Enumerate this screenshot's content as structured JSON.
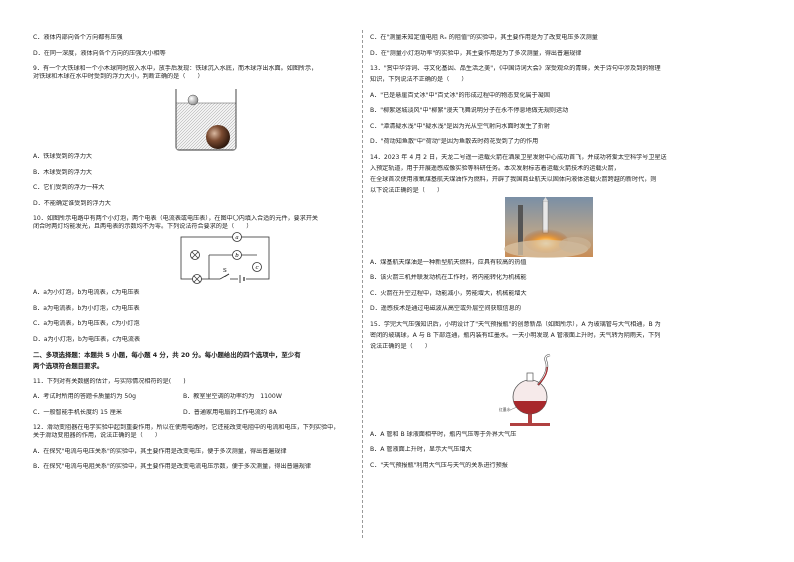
{
  "left": {
    "q8_c": "C．液体内部向各个方向都有压强",
    "q8_d": "D．在同一深度，液体向各个方向的压强大小相等",
    "q9_line1": "9．有一个大铁球和一个小木球同时放入水中，放手后发现：铁球沉入水底，而木球浮出水面。如图所示，",
    "q9_line2": "对铁球和木球在水中时受到的浮力大小，判断正确的是（　　）",
    "q9_a": "A．铁球受到的浮力大",
    "q9_b": "B．木球受到的浮力大",
    "q9_c": "C．它们受到的浮力一样大",
    "q9_d": "D．不能确定谁受到的浮力大",
    "q10_line1": "10．如图所示电路中有两个小灯泡，两个电表（电流表或电压表），在图中〇内填入合适的元件，要求开关",
    "q10_line2": "闭合时两灯均能发光，且两电表的示数均不为零。下列说法符合要求的是（　　）",
    "q10_a": "A．a为小灯泡，b为电流表，c为电压表",
    "q10_b": "B．a为电流表，b为小灯泡，c为电压表",
    "q10_c": "C．a为电流表，b为电压表，c为小灯泡",
    "q10_d": "D．a为小灯泡，b为电压表，c为电流表",
    "sec2_line1": "二、多项选择题：本题共 5 小题，每小题 4 分，共 20 分。每小题给出的四个选项中，至少有",
    "sec2_line2": "两个选项符合题目要求。",
    "q11_line1": "11．下列对有关数据的估计，与实际情况相符的是(　　)",
    "q11_a": "A．考试时所用的答题卡质量约为 50g",
    "q11_b": "B．教室里空调的功率约为　1100W",
    "q11_c": "C．一般智能手机长度约 15 厘米",
    "q11_d": "D．普通家用电扇的工作电流约 8A",
    "q12_line1": "12．滑动变阻器在电学实验中起到重要作用，所以在使用电路时，它还能改变电阻中的电流和电压，下列实验中，",
    "q12_line2": "关于滑动变阻器的作用，说法正确的是（　　）",
    "q12_a1": "A．在探究\"电流与电压关系\"的实验中，其主要作用是改变电压，便于多次测量，得出普遍规律",
    "q12_b1": "B．在探究\"电流与电阻关系\"的实验中，其主要作用是改变电流电压示数，便于多次测量，得出普遍规律"
  },
  "right": {
    "q12_c": "C．在\"测量未知定值电阻 Rₓ 的阻值\"的实验中，其主要作用是为了改变电压多次测量",
    "q12_d": "D．在\"测量小灯泡功率\"的实验中，其主要作用是为了多次测量，得出普遍规律",
    "q13_line1": "13．\"赏中华诗词、寻文化基因、品生活之美\"，《中国诗词大会》深受观众的青睐，关于诗句中涉及到的物理",
    "q13_line2": "知识，下列说法不正确的是（　　）",
    "q13_a": "A．\"已是悬崖百丈冰\"中\"百丈冰\"的形成过程中的物态变化属于凝固",
    "q13_b": "B．\"柳絮迷城淡风\"中\"柳絮\"漫天飞舞说明分子在永不停息地做无规则运动",
    "q13_c": "C．\"潭清疑水浅\"中\"疑水浅\"是因为光从空气射向水面时发生了折射",
    "q13_d": "D．\"荷动知鱼散\"中\"荷动\"是因为鱼散去时荷花受到了力的作用",
    "q14_line1": "14．2023 年 4 月 2 日，天龙二号遥一运载火箭在酒泉卫星发射中心成功首飞，并成功将爱太空科学号卫星送",
    "q14_line2": "入预定轨道，用于开展遥感成像实验等科研任务。本次发射标志着运载火箭技术的运载火箭，",
    "q14_line3": "在全球首次使用液氧煤基航天煤油作为燃料，开辟了我国商业航天以固体向液体运载火箭跨越的新时代，则",
    "q14_line4": "以下说法正确的是（　　）",
    "q14_a": "A．煤基航天煤油是一种新型航天燃料，应具有较高的热值",
    "q14_b": "B．该火箭三机并联发动机在工作时，将内能转化为机械能",
    "q14_c": "C．火箭在升空过程中，动能减小，势能增大，机械能增大",
    "q14_d": "D．遥感技术是通过电磁波从高空或外层空间获取信息的",
    "q15_line1": "15．学完大气压强知识后，小明设计了\"天气预报瓶\"的创意新品（如图所示），A 为玻璃管与大气相通，B 为",
    "q15_line2": "密闭的玻璃球，A 与 B 下部连通，瓶内装有红墨水。一天小明发现 A 管液面上升时，天气转为阴雨天，下列",
    "q15_line3": "说法正确的是（　　）",
    "q15_label": "红墨水",
    "q15_a": "A．A 管和 B 球液面相平时，瓶内气压等于外界大气压",
    "q15_b": "B．A 管液面上升时，显示大气压增大",
    "q15_c": "C．\"天气预报瓶\"利用大气压与天气的关系进行预报"
  },
  "circuit": {
    "a": "a",
    "b": "b",
    "c": "c",
    "s": "S"
  }
}
